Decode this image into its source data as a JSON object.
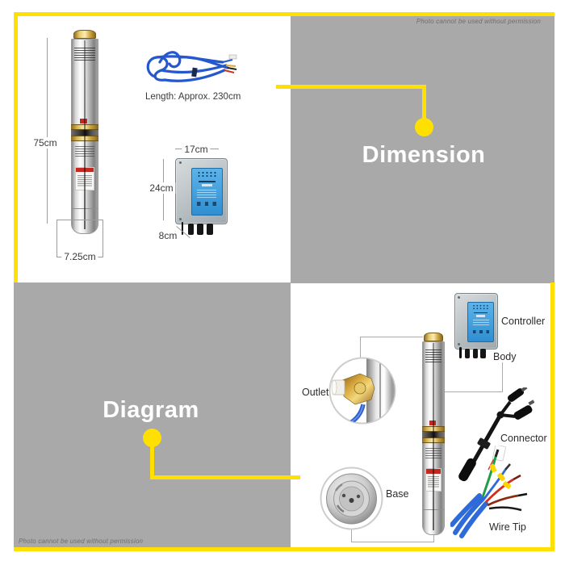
{
  "watermarks": {
    "top_right": "Photo cannot be used without permission",
    "bottom_left": "Photo cannot be used without permission"
  },
  "dimension_panel": {
    "section_label": "Dimension",
    "pump_height": "75cm",
    "pump_width": "7.25cm",
    "cable_length": "Length: Approx. 230cm",
    "controller_width": "17cm",
    "controller_height": "24cm",
    "controller_depth": "8cm"
  },
  "diagram_panel": {
    "section_label": "Diagram",
    "labels": {
      "controller": "Controller",
      "body": "Body",
      "outlet": "Outlet",
      "base": "Base",
      "connector": "Connector",
      "wire_tip": "Wire Tip"
    }
  },
  "colors": {
    "accent_yellow": "#FFE000",
    "placeholder_gray": "#A9A9A9",
    "watermark_gray": "#6E6E6E",
    "label_dark": "#2B2B2B",
    "controller_blue": "#3F9FDC",
    "cable_blue": "#2B5FD2"
  }
}
